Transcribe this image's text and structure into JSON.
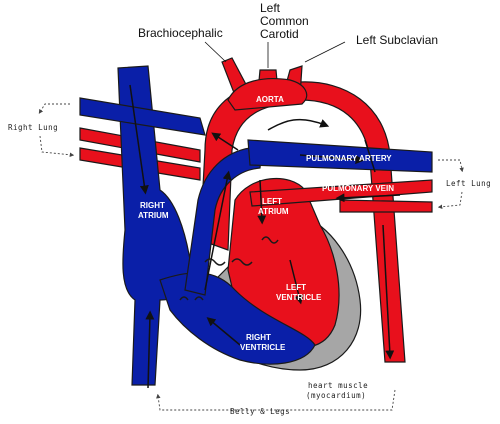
{
  "labels": {
    "brachiocephalic": "Brachiocephalic",
    "left_common_carotid_1": "Left",
    "left_common_carotid_2": "Common",
    "left_common_carotid_3": "Carotid",
    "left_subclavian": "Left Subclavian",
    "aorta": "AORTA",
    "pulmonary_artery": "PULMONARY ARTERY",
    "pulmonary_vein": "PULMONARY VEIN",
    "right_atrium_1": "RIGHT",
    "right_atrium_2": "ATRIUM",
    "left_atrium_1": "LEFT",
    "left_atrium_2": "ATRIUM",
    "left_ventricle_1": "LEFT",
    "left_ventricle_2": "VENTRICLE",
    "right_ventricle_1": "RIGHT",
    "right_ventricle_2": "VENTRICLE",
    "right_lung": "Right Lung",
    "left_lung": "Left Lung",
    "heart_muscle_1": "heart muscle",
    "heart_muscle_2": "(myocardium)",
    "belly_legs": "Belly & Legs"
  },
  "colors": {
    "oxygenated": "#e8101c",
    "deoxygenated": "#0a1fa8",
    "myocardium": "#a6a6a6",
    "outline": "#1a1a1a"
  }
}
